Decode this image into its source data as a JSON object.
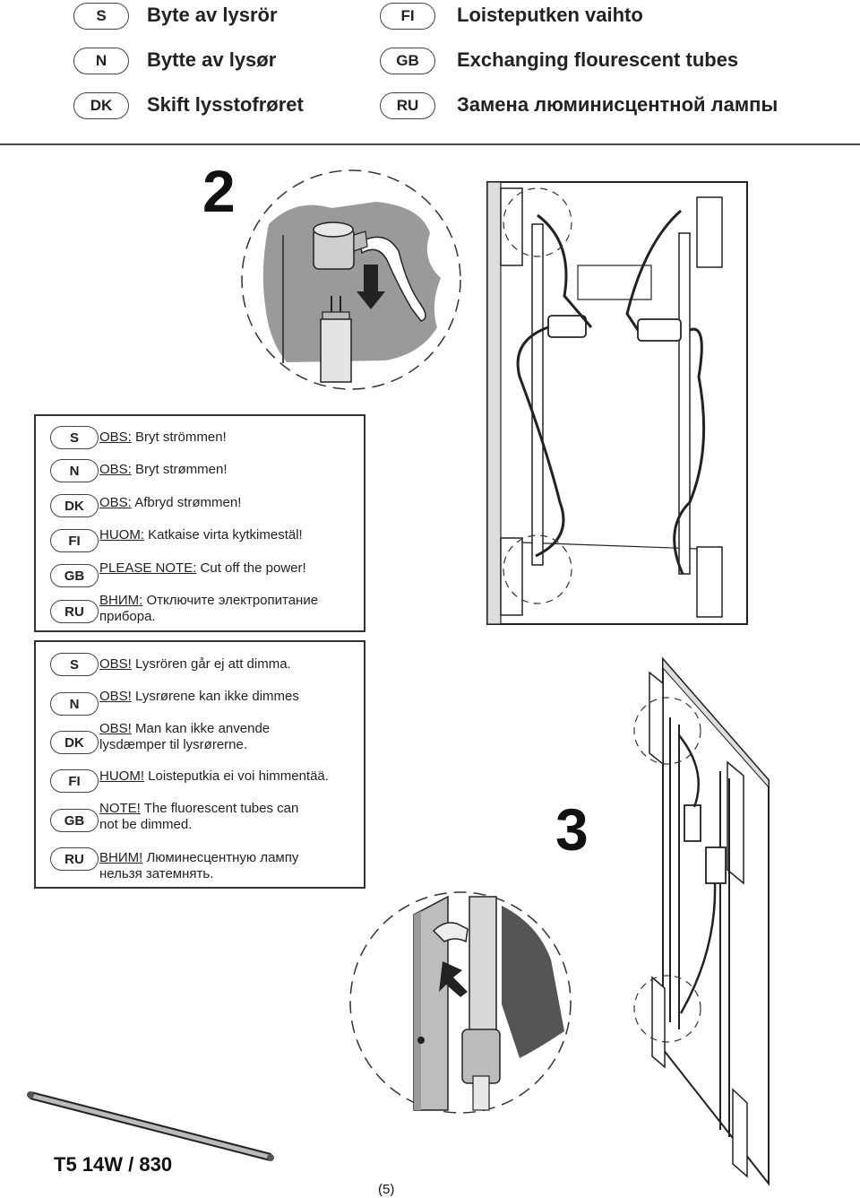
{
  "header": {
    "left": [
      {
        "code": "S",
        "title": "Byte av lysrör"
      },
      {
        "code": "N",
        "title": "Bytte av lysør"
      },
      {
        "code": "DK",
        "title": "Skift lysstofrøret"
      }
    ],
    "right": [
      {
        "code": "FI",
        "title": "Loisteputken vaihto"
      },
      {
        "code": "GB",
        "title": "Exchanging flourescent tubes"
      },
      {
        "code": "RU",
        "title": "Замена люминисцентной лампы"
      }
    ]
  },
  "steps": {
    "step2": "2",
    "step3": "3"
  },
  "power_notes": [
    {
      "code": "S",
      "lead": "OBS:",
      "text": " Bryt strömmen!",
      "cont": ""
    },
    {
      "code": "N",
      "lead": "OBS:",
      "text": " Bryt strømmen!",
      "cont": ""
    },
    {
      "code": "DK",
      "lead": "OBS:",
      "text": " Afbryd strømmen!",
      "cont": ""
    },
    {
      "code": "FI",
      "lead": "HUOM:",
      "text": " Katkaise virta kytkimestäl!",
      "cont": ""
    },
    {
      "code": "GB",
      "lead": "PLEASE NOTE:",
      "text": " Cut off the power!",
      "cont": ""
    },
    {
      "code": "RU",
      "lead": "ВНИМ:",
      "text": " Отключите электропитание",
      "cont": "прибора."
    }
  ],
  "dim_notes": [
    {
      "code": "S",
      "lead": "OBS!",
      "text": " Lysrören går ej att dimma.",
      "cont": ""
    },
    {
      "code": "N",
      "lead": "OBS!",
      "text": " Lysrørene kan ikke dimmes",
      "cont": ""
    },
    {
      "code": "DK",
      "lead": "OBS!",
      "text": " Man kan ikke anvende",
      "cont": "lysdæmper til lysrørerne."
    },
    {
      "code": "FI",
      "lead": "HUOM!",
      "text": " Loisteputkia ei voi himmentää.",
      "cont": ""
    },
    {
      "code": "GB",
      "lead": "NOTE!",
      "text": " The fluorescent tubes can",
      "cont": "not be dimmed."
    },
    {
      "code": "RU",
      "lead": "ВНИМ!",
      "text": " Люминесцентную лампу",
      "cont": "нельзя затемнять."
    }
  ],
  "footer": {
    "model": "T5 14W / 830",
    "page": "(5)"
  }
}
